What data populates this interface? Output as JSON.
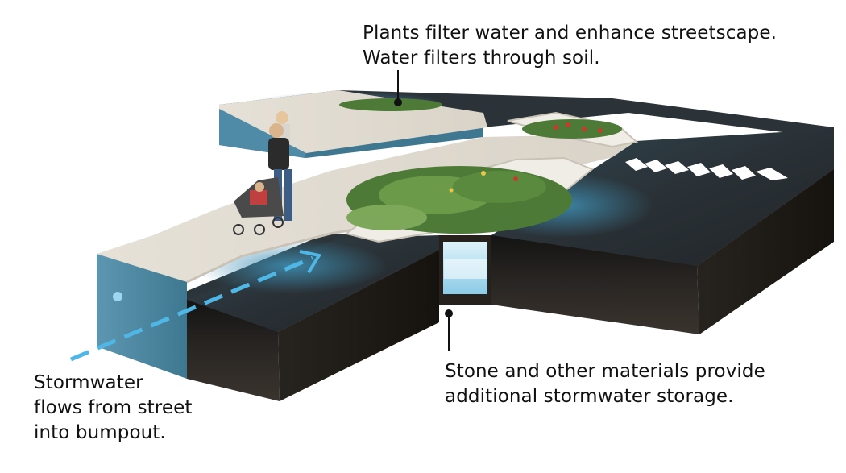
{
  "annotations": {
    "plants": {
      "line1": "Plants filter water and enhance streetscape.",
      "line2": "Water filters through soil."
    },
    "stone": {
      "line1": "Stone and other materials provide",
      "line2": "additional stormwater storage."
    },
    "stormwater": {
      "line1": "Stormwater",
      "line2": "flows from street",
      "line3": "into bumpout."
    }
  },
  "colors": {
    "text": "#111111",
    "flow_arrow": "#4fb6e6",
    "asphalt_top": "#2b3236",
    "soil": "#1f1d1c",
    "sidewalk": "#e3ddd2",
    "storage_stone": "#cfe9f4",
    "vegetation": "#4d7a37",
    "flowers": "#c73b2a",
    "crosswalk": "#ffffff"
  }
}
